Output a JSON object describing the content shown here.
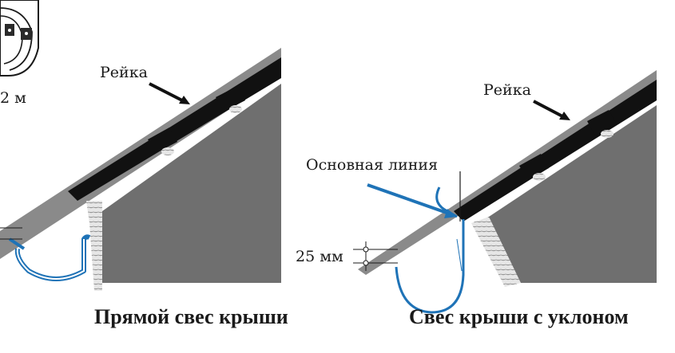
{
  "left_diagram": {
    "label_rail": "Рейка",
    "label_partial": "2 м",
    "caption": "Прямой свес крыши"
  },
  "right_diagram": {
    "label_rail": "Рейка",
    "label_base_line": "Основная линия",
    "label_dimension": "25 мм",
    "caption": "Свес крыши с уклоном"
  },
  "colors": {
    "gutter_blue": "#1f73b7",
    "roof_gray": "#6f6f6f",
    "tile_black": "#111111",
    "wood_light": "#d9d9d9",
    "sheet_gray": "#8a8a8a"
  }
}
